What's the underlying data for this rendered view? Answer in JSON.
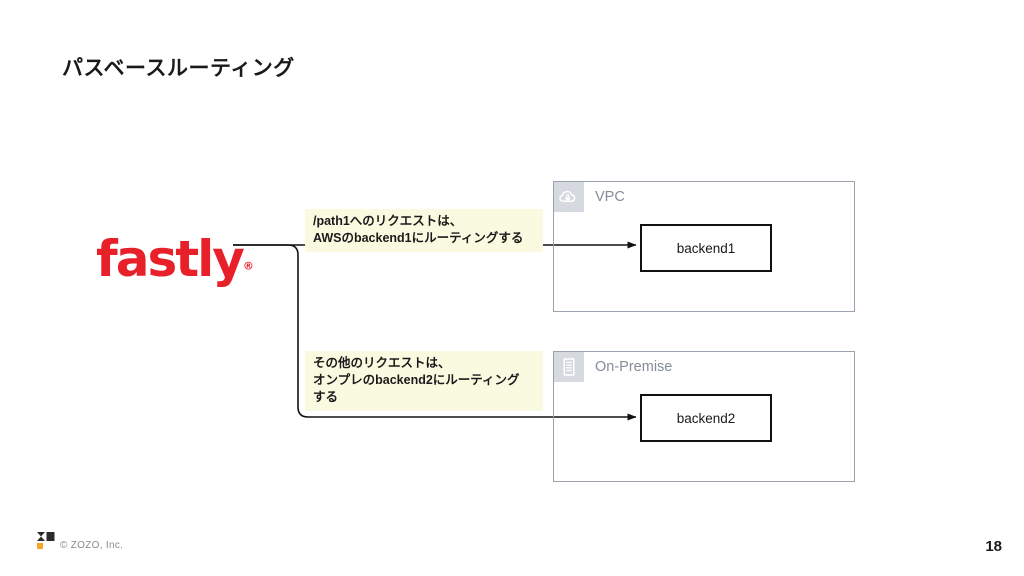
{
  "slide": {
    "title": "パスベースルーティング",
    "page_number": "18"
  },
  "logo": {
    "fastly_wordmark": "fastly",
    "fastly_registered": "®",
    "fastly_color": "#E8202A"
  },
  "callouts": [
    {
      "id": "path1-rule",
      "text": "/path1へのリクエストは、\nAWSのbackend1にルーティングする",
      "background": "#FAFAE1"
    },
    {
      "id": "default-rule",
      "text": "その他のリクエストは、\nオンプレのbackend2にルーティング\nする",
      "background": "#FAFAE1"
    }
  ],
  "groups": [
    {
      "id": "vpc",
      "label": "VPC",
      "icon": "cloud-lock-icon",
      "label_color": "#838d99",
      "border_color": "#9aa3ad",
      "node": {
        "label": "backend1"
      }
    },
    {
      "id": "on-premise",
      "label": "On-Premise",
      "icon": "server-rack-icon",
      "label_color": "#838d99",
      "border_color": "#9aa3ad",
      "node": {
        "label": "backend2"
      }
    }
  ],
  "footer": {
    "copyright": "© ZOZO, Inc.",
    "logo_colors": [
      "#F5A623",
      "#2B2B2B"
    ]
  }
}
